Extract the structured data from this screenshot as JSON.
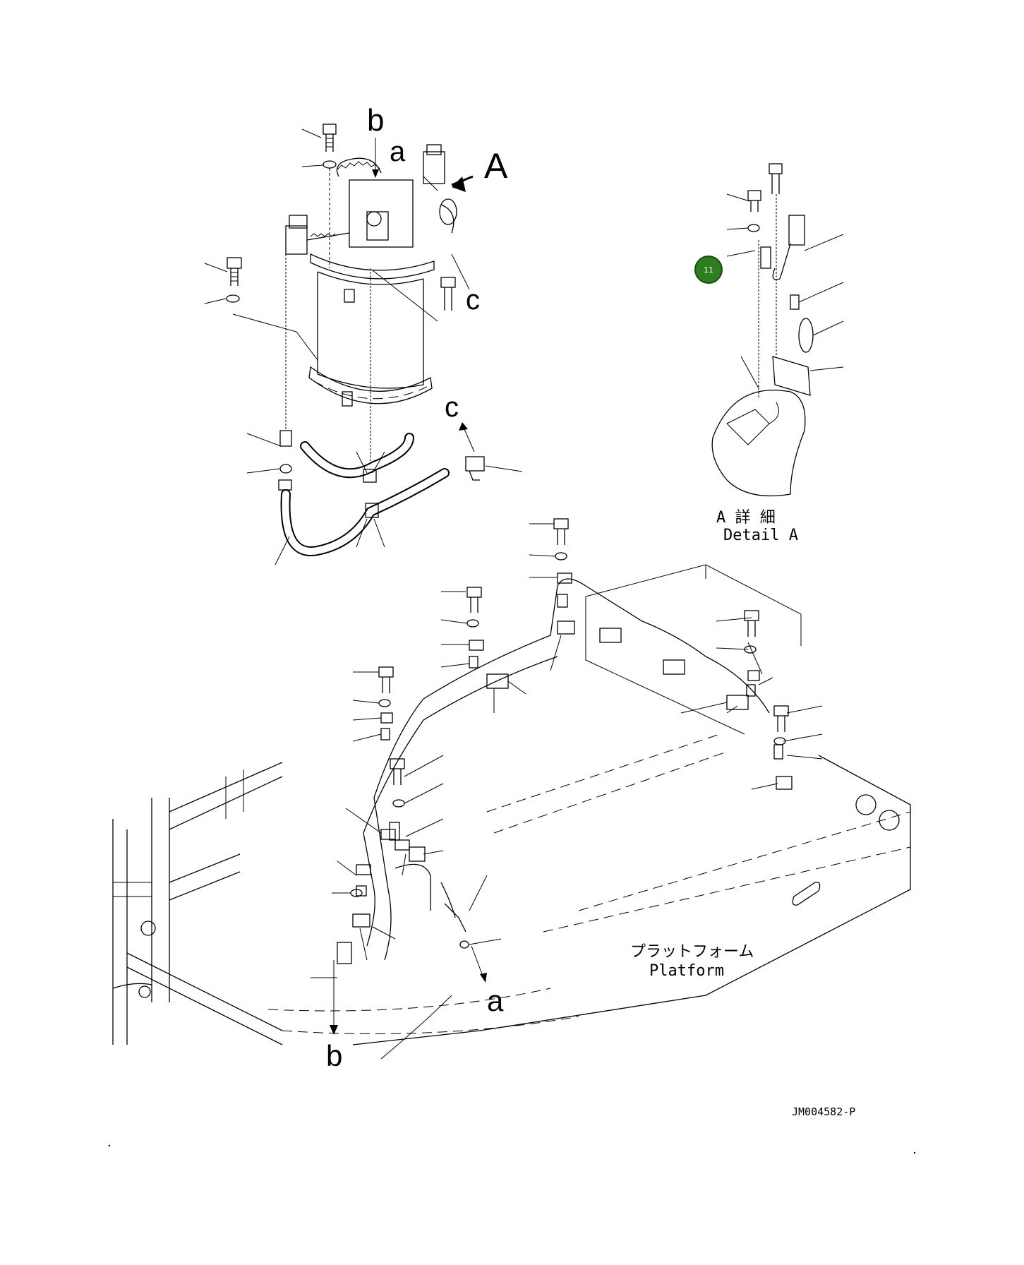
{
  "labels": {
    "ref_a": "a",
    "ref_b": "b",
    "ref_c": "c",
    "view_A": "A",
    "detail_jp": "A 詳 細",
    "detail_en": "Detail A",
    "platform_jp": "プラットフォーム",
    "platform_en": "Platform",
    "drawing_number": "JM004582-P"
  },
  "callout": {
    "number": "11",
    "color": "#2e7d1e"
  }
}
